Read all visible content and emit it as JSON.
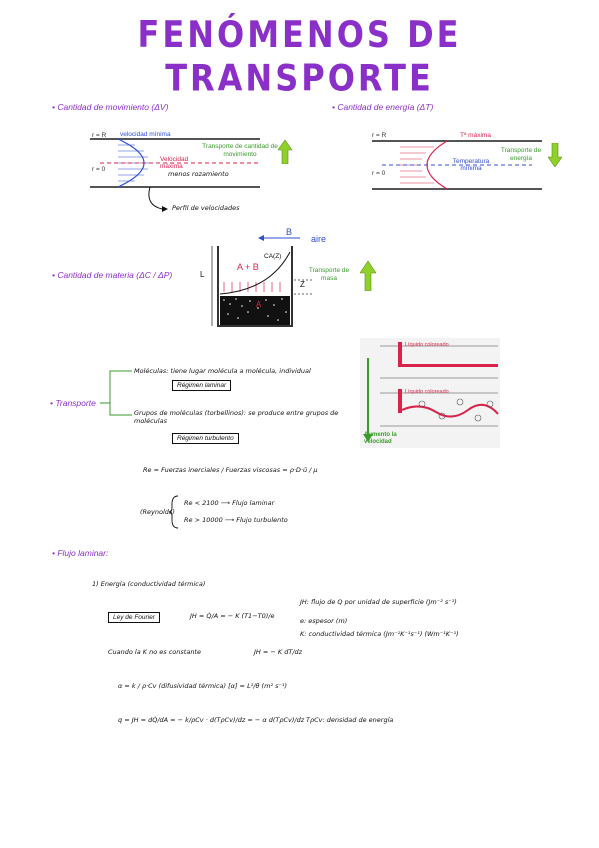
{
  "title": "FENÓMENOS DE TRANSPORTE",
  "momentum": {
    "heading": "• Cantidad de movimiento (ΔV)",
    "r_top": "r = R",
    "r_bottom": "r = 0",
    "vel_min": "velocidad mínima",
    "vel_max": "Velocidad máxima",
    "less_friction": "menos rozamiento",
    "transport": "Transporte de cantidad de movimiento",
    "profile": "Perfil de velocidades"
  },
  "energy": {
    "heading": "• Cantidad de energía (ΔT)",
    "r_top": "r = R",
    "r_bottom": "r = 0",
    "t_max": "Tª máxima",
    "t_min": "Temperatura mínima",
    "transport": "Transporte de energía"
  },
  "mass": {
    "heading": "• Cantidad de materia (ΔC / ΔP)",
    "b": "B",
    "air": "aire",
    "ab": "A + B",
    "ca": "CA(Z)",
    "l": "L",
    "z": "Z",
    "a": "A",
    "transport": "Transporte de masa"
  },
  "transport": {
    "heading": "• Transporte",
    "molecules": "Moléculas: tiene lugar molécula a molécula, individual",
    "laminar": "Régimen laminar",
    "groups": "Grupos de moléculas (torbellinos): se produce entre grupos de moléculas",
    "turbulent": "Régimen turbulento",
    "re_def": "Re = Fuerzas inerciales / Fuerzas viscosas = ρ·D·ū / μ",
    "re_num": "Fuerzas inerciales",
    "re_den": "Fuerzas viscosas",
    "re_lam": "Re < 2100 ⟶ Flujo laminar",
    "re_turb": "Re > 10000 ⟶ Flujo turbulento",
    "reynolds": "(Reynolds)",
    "colored_liquid_1": "Líquido coloreado",
    "colored_liquid_2": "Líquido coloreado",
    "increase_velocity": "Aumento la velocidad"
  },
  "laminar_flow": {
    "heading": "• Flujo laminar:",
    "energy_title": "1) Energía (conductividad térmica)",
    "fourier": "Ley de Fourier",
    "fourier_eq": "JH = Q̇/A = − K (T1−T0)/e",
    "jh": "JH: flujo de Q por unidad de superficie (Jm⁻² s⁻¹)",
    "e": "e: espesor (m)",
    "k": "K: conductividad térmica (Jm⁻¹K⁻¹s⁻¹) (Wm⁻¹K⁻¹)",
    "k_const": "Cuando la K no es constante",
    "k_const_eq": "JH = − K dT/dz",
    "alpha": "α = k / ρ·Cv   (difusividad térmica)   [α] = L²/θ   (m² s⁻¹)",
    "q_eq": "q = JH = dQ̇/dA = − k/ρCv · d(TρCv)/dz = − α d(TρCv)/dz",
    "tpcv": "TρCv: densidad de energía"
  },
  "colors": {
    "purple": "#8b2fc9",
    "green": "#3a9b2a",
    "red": "#d9234a",
    "blue": "#2f4fd0",
    "lime": "#8fd12a"
  }
}
